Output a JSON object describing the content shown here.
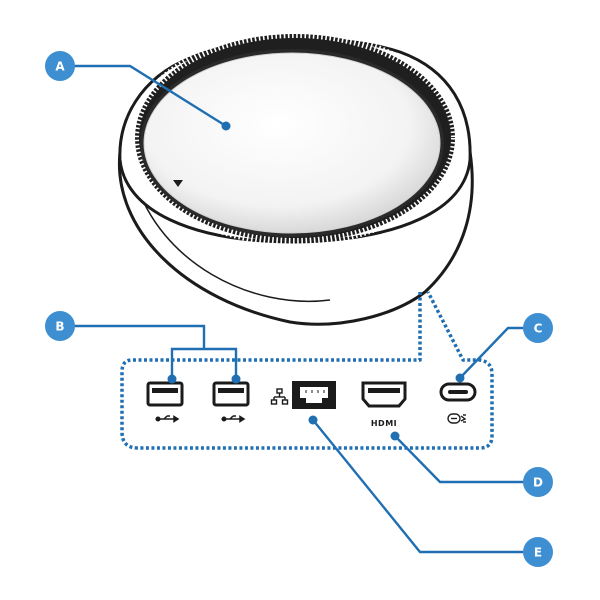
{
  "diagram": {
    "accent_color": "#3d8fd2",
    "outline_color": "#1b1b1b",
    "callouts": {
      "a": "A",
      "b": "B",
      "c": "C",
      "d": "D",
      "e": "E"
    },
    "ports": {
      "usb_left_icon": "usb-icon",
      "usb_right_icon": "usb-icon",
      "ethernet_icon": "network-icon",
      "hdmi_label": "HDMI",
      "usb_c_icon": "usb-c-power-icon"
    }
  }
}
